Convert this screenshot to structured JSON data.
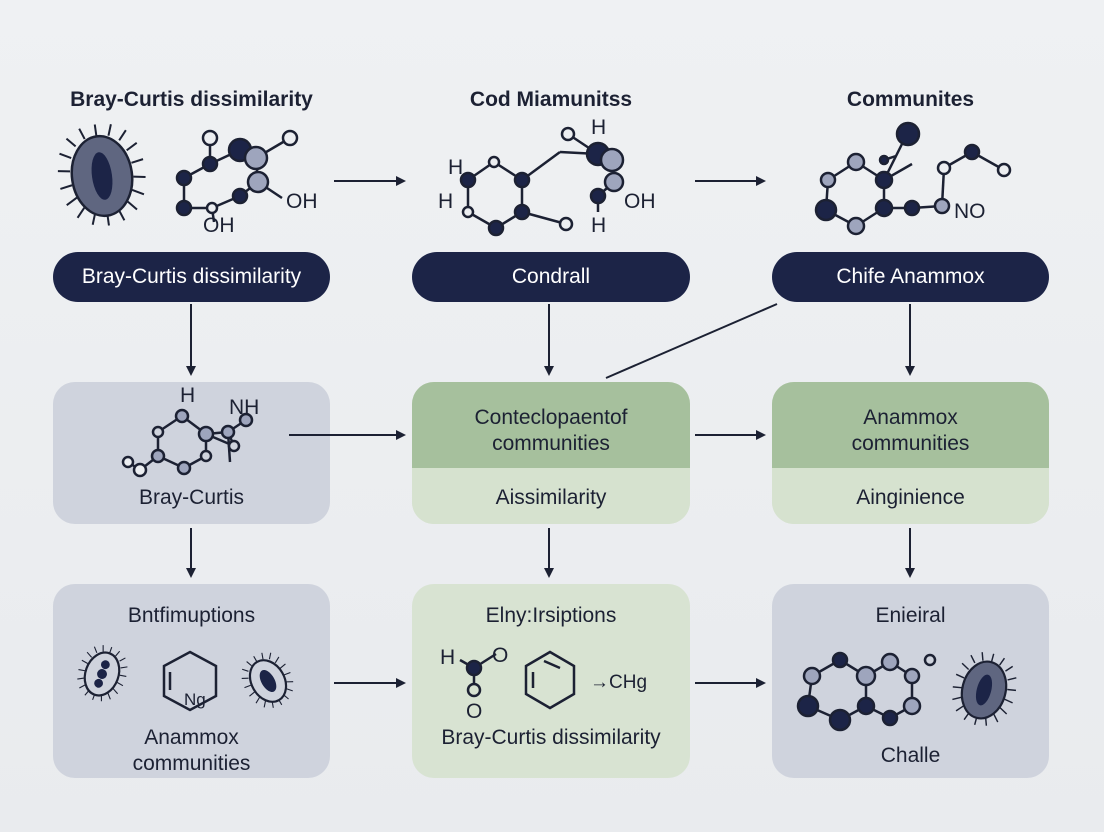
{
  "headings": {
    "col1": "Bray-Curtis dissimilarity",
    "col2": "Cod Miamunitss",
    "col3": "Communites"
  },
  "molecule_labels": {
    "m1_oh": "OH",
    "m1_oh2": "OH",
    "m2_h1": "H",
    "m2_h2": "H",
    "m2_h3": "H",
    "m2_h4": "H",
    "m2_oh": "OH",
    "m3_no": "NO",
    "m4_h": "H",
    "m4_nh": "NH",
    "m5_h": "H",
    "m5_o1": "O",
    "m5_o2": "O",
    "m6_ng": "Ng",
    "m7_chg": "→CHg"
  },
  "pills": {
    "p1": "Bray-Curtis dissimilarity",
    "p2": "Condrall",
    "p3": "Chife Anammox"
  },
  "middle_row": {
    "b1_label": "Bray-Curtis",
    "b2_title_line1": "Conteclopaentof",
    "b2_title_line2": "communities",
    "b2_sub": "Aissimilarity",
    "b3_title_line1": "Anammox",
    "b3_title_line2": "communities",
    "b3_sub": "Ainginience"
  },
  "bottom_row": {
    "b4_title": "Bntfimuptions",
    "b4_sub_line1": "Anammox",
    "b4_sub_line2": "communities",
    "b5_title": "Elny:Irsiptions",
    "b5_sub": "Bray-Curtis dissimilarity",
    "b6_title": "Enieiral",
    "b6_sub": "Challe"
  },
  "colors": {
    "navy": "#1c2447",
    "node_dark": "#1c2447",
    "node_light": "#9ea5bd",
    "green_header": "#a6c09d",
    "green_light": "#d8e3d2",
    "gray_box": "#cfd3dd"
  }
}
